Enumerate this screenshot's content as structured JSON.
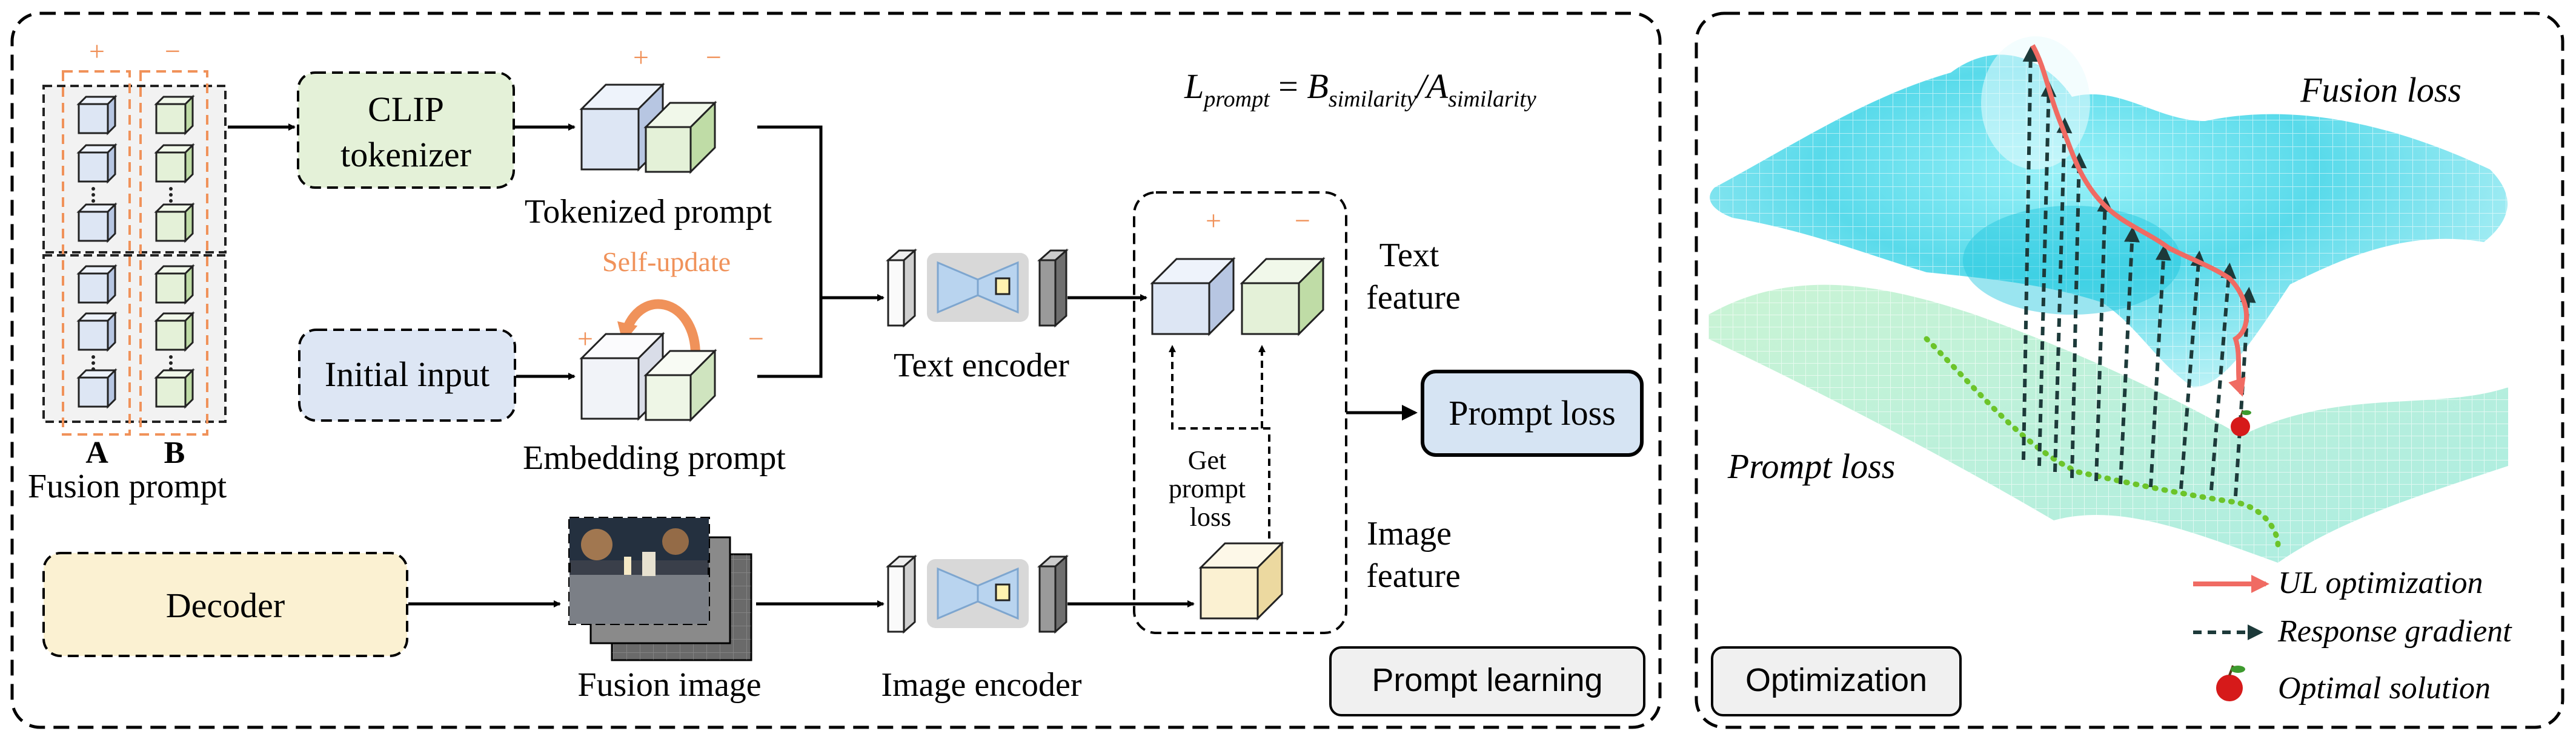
{
  "left_panel": {
    "formula": {
      "lhs_main": "L",
      "lhs_sub": "prompt",
      "eq": " = ",
      "b_main": "B",
      "b_sub": "similarity",
      "slash": "/",
      "a_main": "A",
      "a_sub": "similarity"
    },
    "fusion_prompt": {
      "label": "Fusion prompt",
      "col_a": "A",
      "col_b": "B",
      "plus": "+",
      "minus": "−"
    },
    "clip_tokenizer": {
      "line1": "CLIP",
      "line2": "tokenizer"
    },
    "tokenized_prompt": {
      "label": "Tokenized prompt",
      "plus": "+",
      "minus": "−"
    },
    "initial_input": {
      "label": "Initial input"
    },
    "embedding_prompt": {
      "label": "Embedding prompt",
      "plus": "+",
      "minus": "−",
      "self_update": "Self-update"
    },
    "text_encoder": {
      "label": "Text encoder"
    },
    "text_feature": {
      "line1": "Text",
      "line2": "feature",
      "plus": "+",
      "minus": "−"
    },
    "get_prompt_loss": {
      "line1": "Get",
      "line2": "prompt",
      "line3": "loss"
    },
    "image_feature": {
      "line1": "Image",
      "line2": "feature"
    },
    "prompt_loss": {
      "label": "Prompt loss"
    },
    "decoder": {
      "label": "Decoder"
    },
    "fusion_image": {
      "label": "Fusion image"
    },
    "image_encoder": {
      "label": "Image encoder"
    },
    "section_label": "Prompt learning"
  },
  "right_panel": {
    "fusion_loss": "Fusion loss",
    "prompt_loss": "Prompt loss",
    "legend": [
      {
        "label": "UL optimization",
        "color": "#f06b63"
      },
      {
        "label": "Response gradient",
        "color": "#1d3a3a"
      },
      {
        "label": "Optimal solution",
        "color": "#d61a1a"
      }
    ],
    "section_label": "Optimization"
  },
  "colors": {
    "orange": "#f0925a",
    "blue_fill": "#dde6f4",
    "green_fill": "#e4f1d8",
    "yellow_fill": "#fbf1d2",
    "prompt_loss_fill": "#d6e4f3",
    "cyan_surface": "#46d6e8"
  }
}
